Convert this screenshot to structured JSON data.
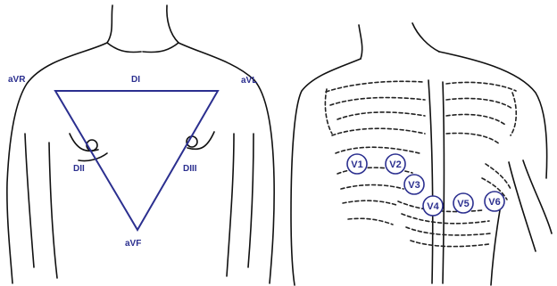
{
  "limb_leads": {
    "avr": "aVR",
    "avl": "aVL",
    "avf": "aVF",
    "di": "DI",
    "dii": "DII",
    "diii": "DIII"
  },
  "precordial_leads": [
    "V1",
    "V2",
    "V3",
    "V4",
    "V5",
    "V6"
  ],
  "colors": {
    "lead_accent": "#2b2f8f",
    "line_art": "#111111"
  }
}
